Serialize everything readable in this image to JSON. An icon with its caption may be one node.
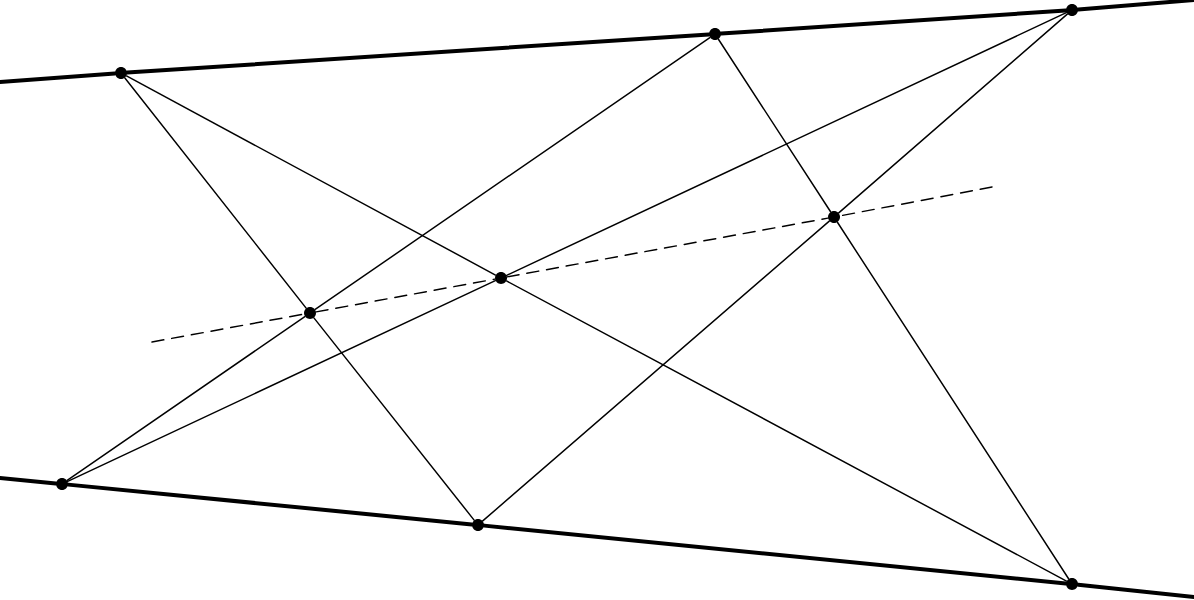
{
  "diagram": {
    "nodes": [
      {
        "text": [],
        "shape": "circle"
      },
      {
        "text": [],
        "shape": "circle"
      },
      {
        "text": [],
        "shape": "circle"
      },
      {
        "text": [],
        "shape": "circle"
      },
      {
        "text": [],
        "shape": "circle"
      },
      {
        "text": [],
        "shape": "circle"
      },
      {
        "text": [],
        "shape": "circle"
      },
      {
        "text": [],
        "shape": "circle"
      },
      {
        "text": [],
        "shape": "circle"
      }
    ],
    "edges": [
      {
        "from": 0,
        "to": 1,
        "arrow": "none",
        "style": "thick"
      },
      {
        "from": 1,
        "to": 2,
        "arrow": "none",
        "style": "thick"
      },
      {
        "from": 6,
        "to": 7,
        "arrow": "none",
        "style": "thick"
      },
      {
        "from": 7,
        "to": 8,
        "arrow": "none",
        "style": "thick"
      },
      {
        "from": 3,
        "to": 4,
        "arrow": "none",
        "style": "dashed"
      },
      {
        "from": 4,
        "to": 5,
        "arrow": "none",
        "style": "dashed"
      },
      {
        "from": 0,
        "to": 3,
        "arrow": "none"
      },
      {
        "from": 3,
        "to": 7,
        "arrow": "none"
      },
      {
        "from": 1,
        "to": 3,
        "arrow": "none"
      },
      {
        "from": 3,
        "to": 6,
        "arrow": "none"
      },
      {
        "from": 0,
        "to": 4,
        "arrow": "none"
      },
      {
        "from": 4,
        "to": 8,
        "arrow": "none"
      },
      {
        "from": 2,
        "to": 4,
        "arrow": "none"
      },
      {
        "from": 4,
        "to": 6,
        "arrow": "none"
      },
      {
        "from": 1,
        "to": 5,
        "arrow": "none"
      },
      {
        "from": 5,
        "to": 8,
        "arrow": "none"
      },
      {
        "from": 2,
        "to": 5,
        "arrow": "none"
      },
      {
        "from": 5,
        "to": 7,
        "arrow": "none"
      }
    ]
  }
}
